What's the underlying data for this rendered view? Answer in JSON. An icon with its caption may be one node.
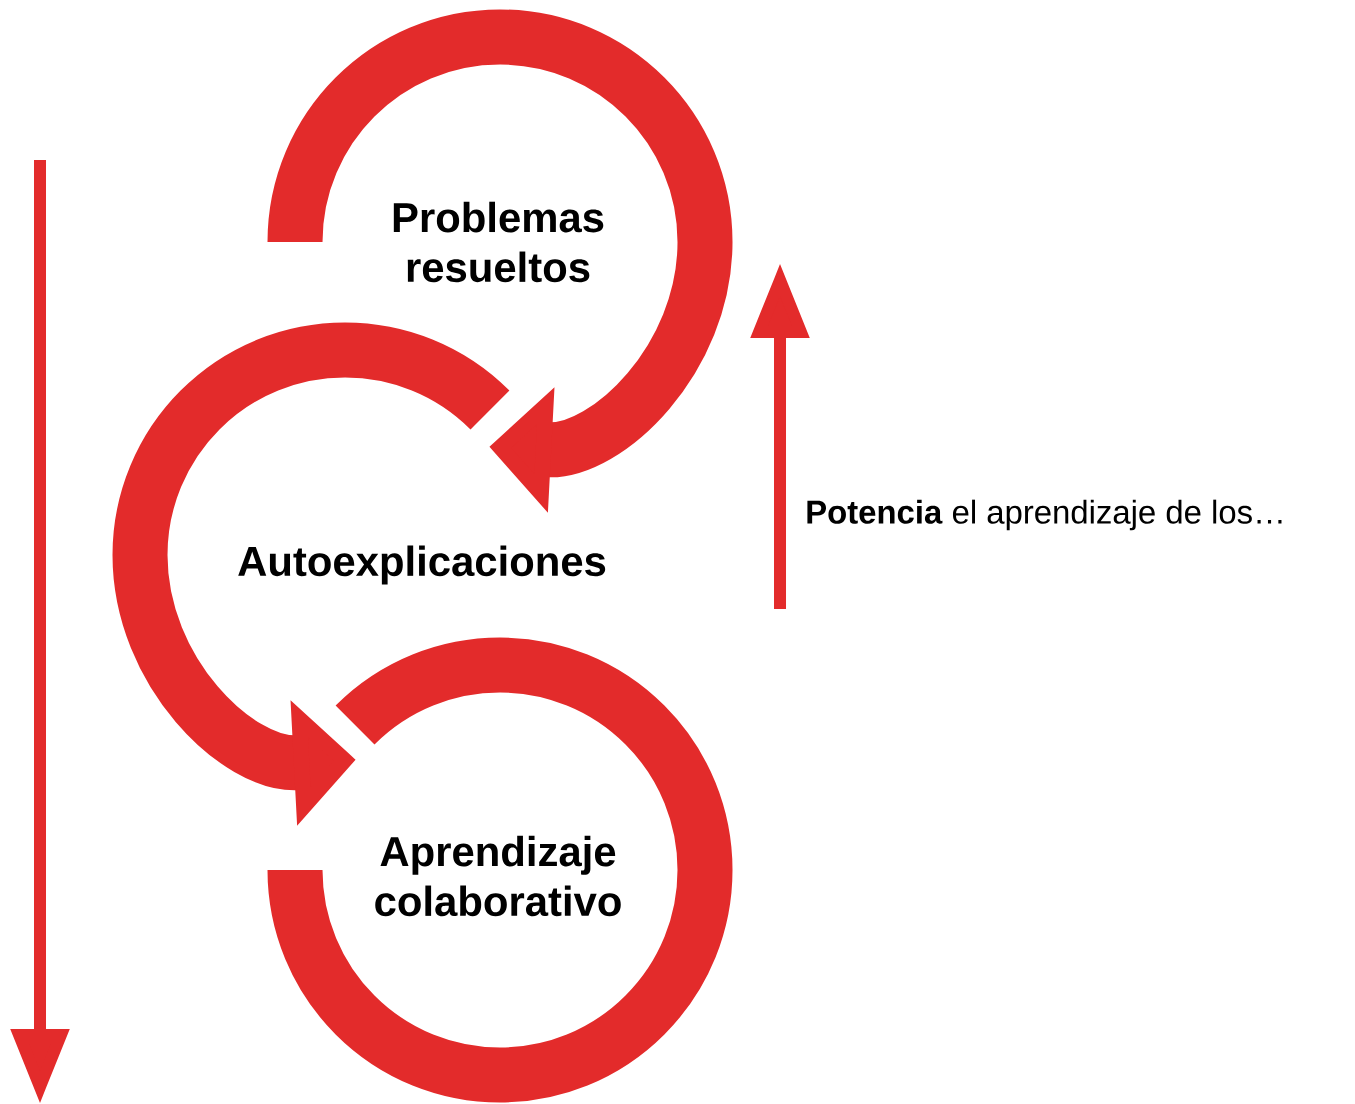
{
  "diagram": {
    "nodes": [
      {
        "text": [
          "Problemas resueltos"
        ]
      },
      {
        "text": [
          "Autoexplicaciones"
        ]
      },
      {
        "text": [
          "Aprendizaje colaborativo"
        ]
      }
    ],
    "edges": [
      {
        "from": 0,
        "to": 1,
        "arrow": "to"
      },
      {
        "from": 1,
        "to": 2,
        "arrow": "to"
      }
    ],
    "labels": [
      "**Potencia** el aprendizaje de los…"
    ]
  }
}
